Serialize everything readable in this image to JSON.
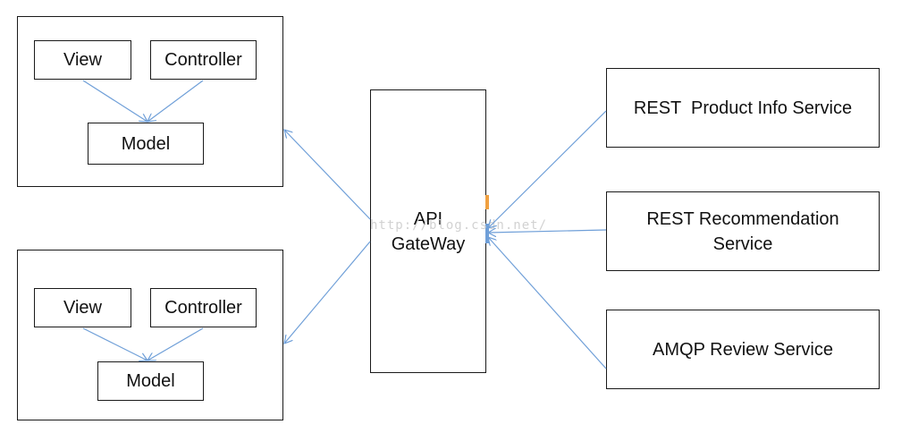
{
  "mvc_top": {
    "view": "View",
    "controller": "Controller",
    "model": "Model"
  },
  "mvc_bottom": {
    "view": "View",
    "controller": "Controller",
    "model": "Model"
  },
  "gateway": {
    "line1": "API",
    "line2": "GateWay"
  },
  "services": {
    "product": "REST  Product Info Service",
    "recommendation_line1": "REST Recommendation",
    "recommendation_line2": "Service",
    "review": "AMQP Review Service"
  },
  "watermark": "http://blog.csdn.net/",
  "colors": {
    "arrow": "#6f9fd8",
    "border": "#1a1a1a",
    "port_orange": "#f0a040",
    "port_blue": "#6f9fd8"
  }
}
